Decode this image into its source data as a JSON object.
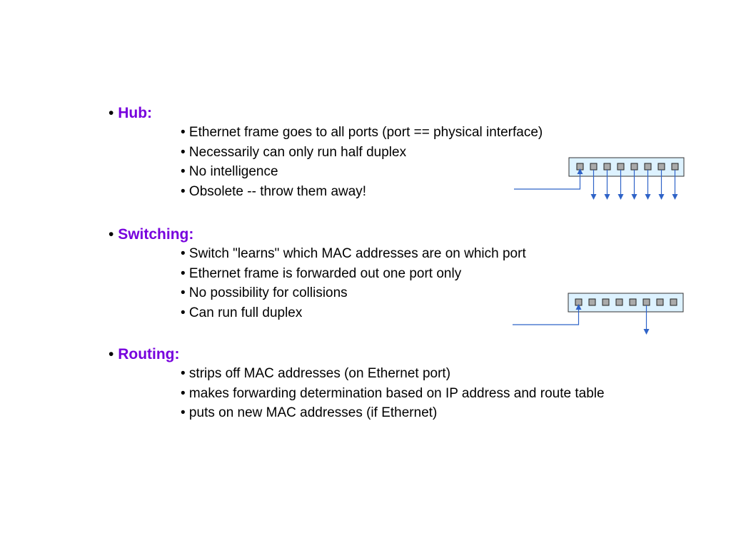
{
  "sections": {
    "hub": {
      "bullet": "•",
      "title": "Hub:",
      "items": [
        "• Ethernet frame goes to all ports (port == physical interface)",
        "• Necessarily can only run half duplex",
        "• No intelligence",
        "• Obsolete -- throw them away!"
      ]
    },
    "switching": {
      "bullet": "•",
      "title": "Switching:",
      "items": [
        "• Switch \"learns\" which MAC addresses are on which port",
        "• Ethernet frame is forwarded out one port only",
        "• No possibility for collisions",
        "• Can run full duplex"
      ]
    },
    "routing": {
      "bullet": "•",
      "title": "Routing:",
      "items": [
        "• strips off MAC addresses (on Ethernet port)",
        "• makes forwarding determination based on IP address and route table",
        "• puts on new MAC addresses (if Ethernet)"
      ]
    }
  },
  "colors": {
    "title_accent": "#7700dd",
    "device_fill": "#ddf2ff",
    "port_fill": "#aaaaaa",
    "arrow": "#2f63c8"
  },
  "diagrams": {
    "hub": {
      "port_count": 8,
      "input_port": 1,
      "output_ports": [
        2,
        3,
        4,
        5,
        6,
        7,
        8
      ]
    },
    "switch": {
      "port_count": 8,
      "input_port": 1,
      "output_ports": [
        6
      ]
    }
  }
}
